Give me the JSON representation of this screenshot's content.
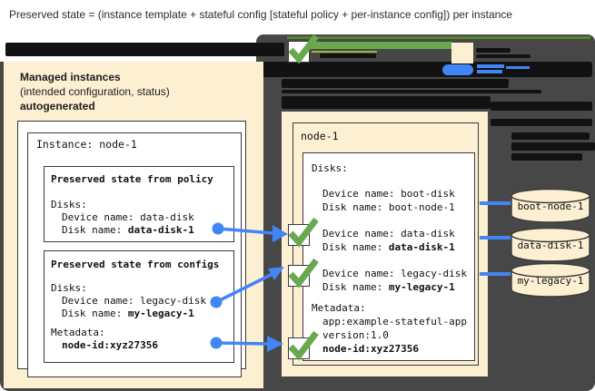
{
  "title": "Preserved state = (instance template + stateful config [stateful policy + per-instance config]) per instance",
  "colors": {
    "cream": "#fcefd2",
    "dark": "#474747",
    "black": "#121212",
    "green": "#6aa84f",
    "green_dark": "#55842f",
    "blue": "#4285f4"
  },
  "managed_panel": {
    "heading1": "Managed instances",
    "heading2": "(intended configuration, status)",
    "heading3": "autogenerated",
    "instance_title": "Instance: node-1",
    "policy_box": {
      "title": "Preserved state from policy",
      "disks": "Disks:",
      "device": "Device name: data-disk",
      "disk_label": "Disk name: ",
      "disk_value": "data-disk-1"
    },
    "configs_box": {
      "title": "Preserved state from configs",
      "disks": "Disks:",
      "device": "Device name: legacy-disk",
      "disk_label": "Disk name: ",
      "disk_value": "my-legacy-1",
      "metadata": "Metadata:",
      "metadata_value": "node-id:xyz27356"
    }
  },
  "vm_panel": {
    "title": "node-1",
    "disks": "Disks:",
    "boot_device": "Device name: boot-disk",
    "boot_disk": "Disk name: boot-node-1",
    "data_device": "Device name: data-disk",
    "data_disk_label": "Disk name: ",
    "data_disk_value": "data-disk-1",
    "legacy_device": "Device name: legacy-disk",
    "legacy_disk_label": "Disk name: ",
    "legacy_disk_value": "my-legacy-1",
    "metadata": "Metadata:",
    "metadata_app": "app:example-stateful-app",
    "metadata_version": "version:1.0",
    "metadata_node": "node-id:xyz27356"
  },
  "disk_cylinders": [
    {
      "name": "boot-node-1"
    },
    {
      "name": "data-disk-1"
    },
    {
      "name": "my-legacy-1"
    }
  ]
}
